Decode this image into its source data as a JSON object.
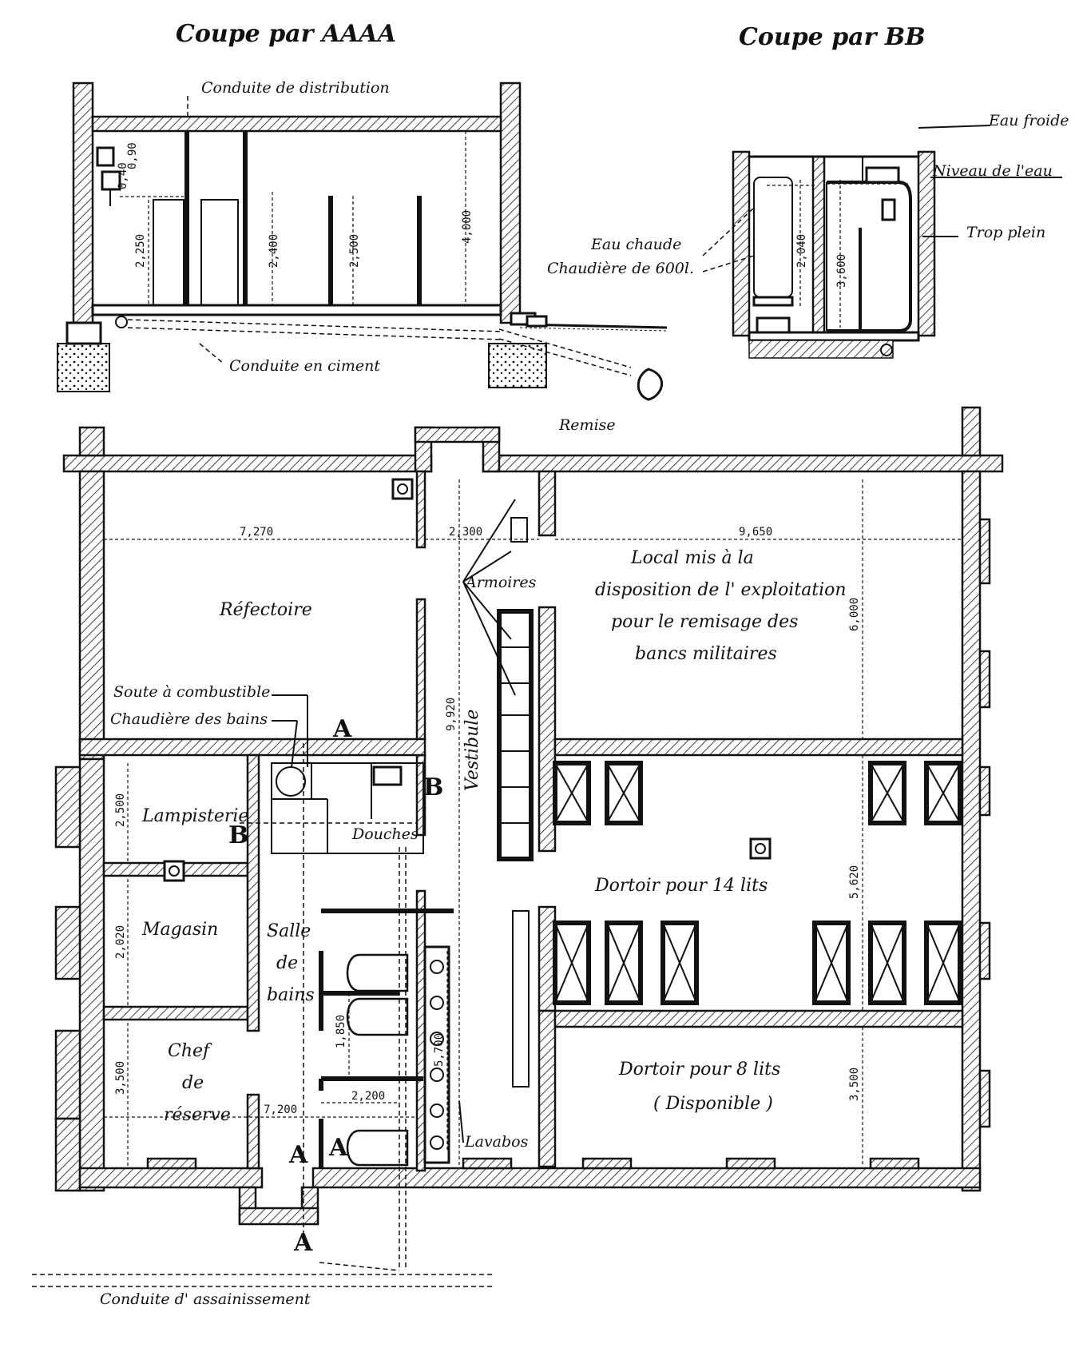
{
  "sections": {
    "aaaa_title": "Coupe par AAAA",
    "bb_title": "Coupe par BB",
    "aaaa": {
      "conduite_distribution": "Conduite de distribution",
      "conduite_ciment": "Conduite en ciment",
      "dims": [
        "2,250",
        "2,400",
        "2,500",
        "4,000",
        "0,90",
        "0,40"
      ]
    },
    "bb": {
      "eau_froide": "Eau froide",
      "niveau_eau": "Niveau de l'eau",
      "trop_plein": "Trop plein",
      "eau_chaude": "Eau chaude",
      "chaudiere": "Chaudière de 600l.",
      "dims": [
        "2,040",
        "3,600"
      ]
    }
  },
  "plan": {
    "remise": "Remise",
    "refectoire": "Réfectoire",
    "local_lines": [
      "Local mis à la",
      "disposition de l' exploitation",
      "pour le remisage des",
      "bancs militaires"
    ],
    "armoires": "Armoires",
    "vestibule": "Vestibule",
    "soute": "Soute à combustible",
    "chaudiere_bains": "Chaudière des bains",
    "lampisterie": "Lampisterie",
    "magasin": "Magasin",
    "chef_lines": [
      "Chef",
      "de",
      "réserve"
    ],
    "salle_lines": [
      "Salle",
      "de",
      "bains"
    ],
    "douches": "Douches",
    "dortoir14": "Dortoir pour 14 lits",
    "dortoir8": "Dortoir pour 8 lits",
    "disponible": "( Disponible )",
    "lavabos": "Lavabos",
    "conduite_assainissement": "Conduite d' assainissement",
    "section_marks": {
      "a": "A",
      "b": "B"
    },
    "dims": {
      "refectoire_w": "7,270",
      "vestibule_w": "2,300",
      "local_w": "9,650",
      "local_h": "6,000",
      "vestibule_h": "9,920",
      "lamp_h": "2,500",
      "magasin_h": "2,020",
      "chef_h": "3,500",
      "left_w": "7,200",
      "dortoir14_h": "5,620",
      "dortoir8_h": "3,500",
      "bain_h": "1,850",
      "bain_w": "2,200",
      "lavabo_h": "5,700"
    }
  }
}
